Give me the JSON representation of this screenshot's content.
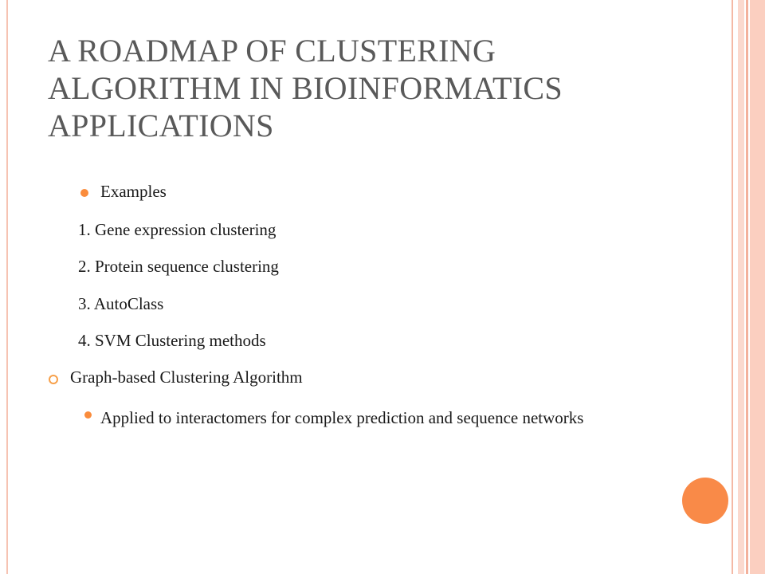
{
  "slide": {
    "title_lines": [
      "A ROADMAP OF CLUSTERING",
      "ALGORITHM IN BIOINFORMATICS",
      "APPLICATIONS"
    ],
    "examples_label": "Examples",
    "examples": [
      "1.  Gene expression clustering",
      "2.  Protein sequence clustering",
      "3.  AutoClass",
      "4.  SVM Clustering methods"
    ],
    "graph_heading": "Graph-based Clustering Algorithm",
    "graph_detail": "Applied to interactomers for complex prediction and sequence networks"
  },
  "colors": {
    "accent": "#fa8c3c",
    "title": "#595959",
    "stripe_light": "#fbd9ce",
    "stripe_dark": "#f3b19c"
  },
  "icons": [
    "bullet-dot-icon",
    "bullet-ring-icon",
    "decorative-circle-icon"
  ]
}
